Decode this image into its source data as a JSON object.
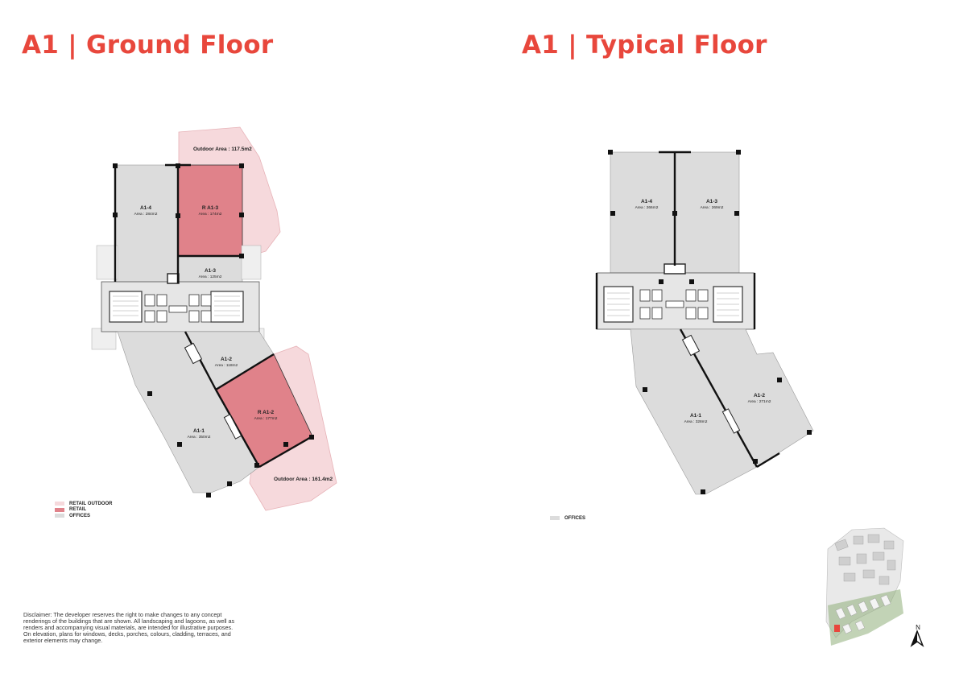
{
  "titles": {
    "ground": "A1 | Ground Floor",
    "typical": "A1 | Typical Floor"
  },
  "ground_floor": {
    "outdoor_top": "Outdoor Area : 117.5m2",
    "outdoor_bottom": "Outdoor Area : 161.4m2",
    "units": [
      {
        "name": "A1-4",
        "area": "Area : 284m2"
      },
      {
        "name": "R A1-3",
        "area": "Area : 174m2"
      },
      {
        "name": "A1-3",
        "area": "Area : 125m2"
      },
      {
        "name": "A1-2",
        "area": "Area : 118m2"
      },
      {
        "name": "R A1-2",
        "area": "Area : 177m2"
      },
      {
        "name": "A1-1",
        "area": "Area : 350m2"
      }
    ],
    "legend": [
      "RETAIL OUTDOOR",
      "RETAIL",
      "OFFICES"
    ]
  },
  "typical_floor": {
    "units": [
      {
        "name": "A1-4",
        "area": "Area : 266m2"
      },
      {
        "name": "A1-3",
        "area": "Area : 269m2"
      },
      {
        "name": "A1-2",
        "area": "Area : 271m2"
      },
      {
        "name": "A1-1",
        "area": "Area : 328m2"
      }
    ],
    "legend": [
      "OFFICES"
    ]
  },
  "colors": {
    "accent": "#e8473c",
    "offices": "#dcdcdc",
    "retail": "#e0828a",
    "retail_outdoor": "#f6d9dc",
    "walls": "#111111"
  },
  "disclaimer": "Disclaimer: The developer reserves the right to make changes to any concept renderings of the buildings that are shown. All landscaping and lagoons, as well as renders and accompanying visual materials, are intended for illustrative purposes. On elevation, plans for windows, decks, porches, colours, cladding, terraces, and exterior elements may change.",
  "compass": "N"
}
